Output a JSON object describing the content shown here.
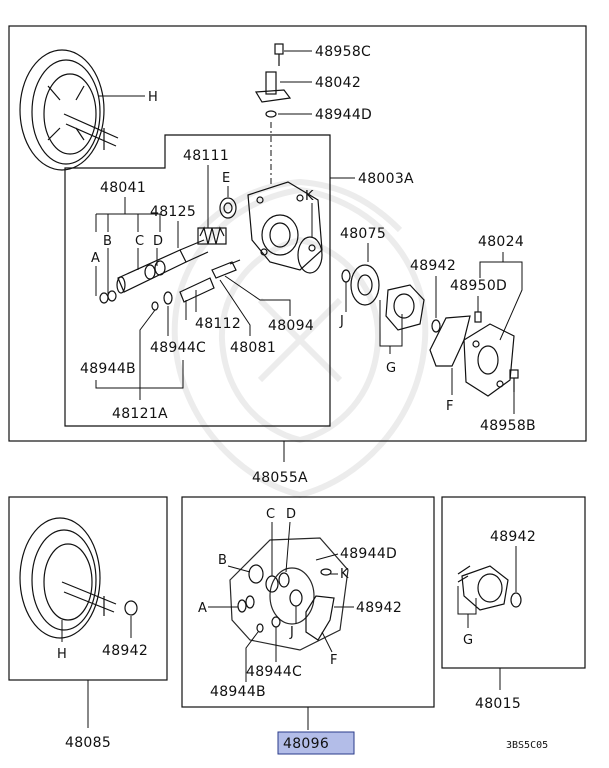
{
  "main_assembly": {
    "pulley_label": "H",
    "bolt_label": "48958C",
    "joint_label": "48042",
    "joint_oring_label": "48944D",
    "body_label": "48003A",
    "valve_label": "48111",
    "e_label": "E",
    "k_label": "K",
    "spool_label": "48041",
    "spring_label": "48125",
    "letter_a": "A",
    "letter_b": "B",
    "letter_c": "C",
    "letter_d": "D",
    "rotor_label": "48075",
    "j_label": "J",
    "g_label": "G",
    "f_label": "F",
    "o_ring_label": "48942",
    "cover_label": "48024",
    "pin_label": "48950D",
    "cover_bolt_label": "48958B",
    "plug_label": "48112",
    "connector_label": "48094",
    "sleeve_label": "48081",
    "oring_c_label": "48944C",
    "oring_b_label": "48944B",
    "valve_kit_label": "48121A",
    "assembly_label": "48055A"
  },
  "pulley_kit": {
    "h_label": "H",
    "o_ring_label": "48942",
    "kit_label": "48085"
  },
  "seal_kit": {
    "letter_a": "A",
    "letter_b": "B",
    "letter_c": "C",
    "letter_d": "D",
    "k_label": "K",
    "j_label": "J",
    "f_label": "F",
    "oring_d_label": "48944D",
    "o_ring_label": "48942",
    "oring_c_label": "48944C",
    "oring_b_label": "48944B",
    "kit_label": "48096",
    "highlight_color": "#b3bde8"
  },
  "cartridge_kit": {
    "o_ring_label": "48942",
    "g_label": "G",
    "kit_label": "48015"
  },
  "diagram_code": "3BS5C05"
}
